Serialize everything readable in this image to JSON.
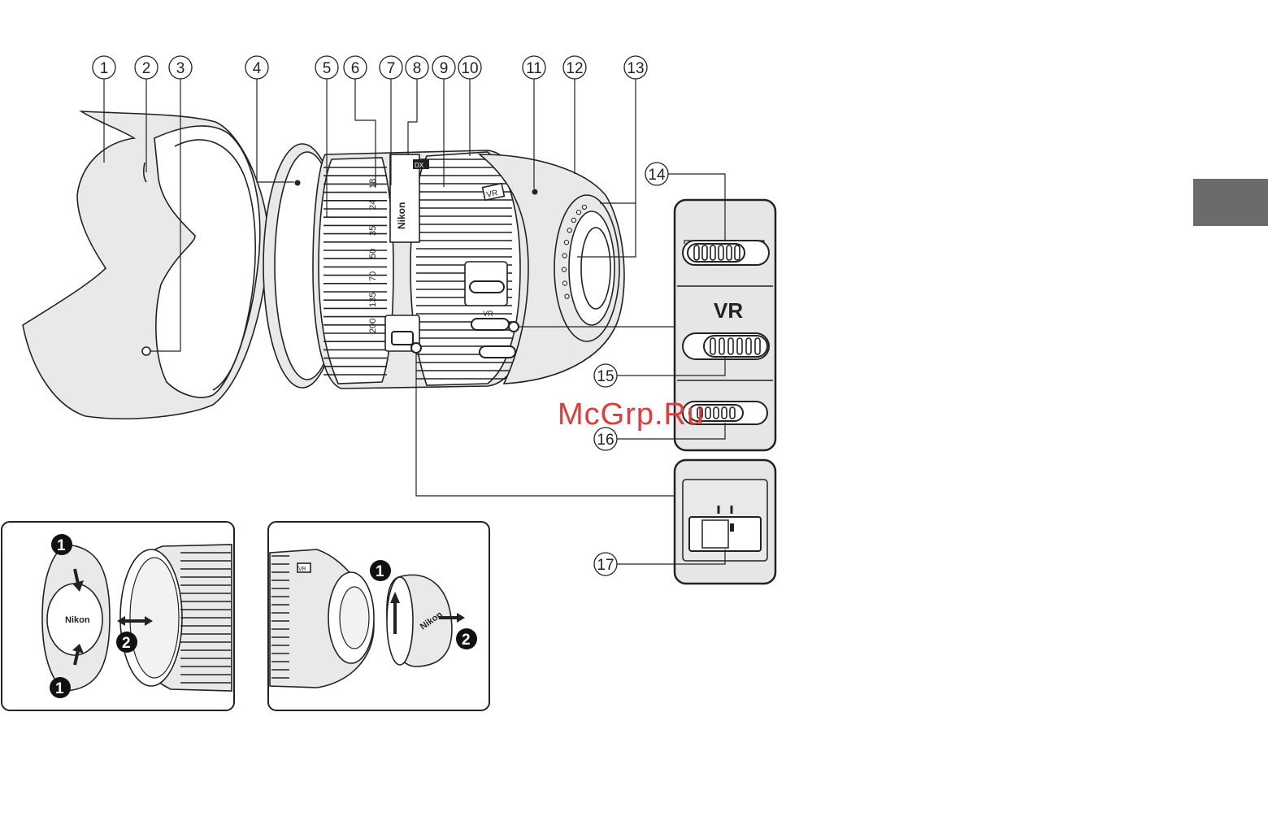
{
  "callouts": [
    {
      "label": "1"
    },
    {
      "label": "2"
    },
    {
      "label": "3"
    },
    {
      "label": "4"
    },
    {
      "label": "5"
    },
    {
      "label": "6"
    },
    {
      "label": "7"
    },
    {
      "label": "8"
    },
    {
      "label": "9"
    },
    {
      "label": "10"
    },
    {
      "label": "11"
    },
    {
      "label": "12"
    },
    {
      "label": "13"
    },
    {
      "label": "14"
    },
    {
      "label": "15"
    },
    {
      "label": "16"
    },
    {
      "label": "17"
    }
  ],
  "focal_scale": [
    "18",
    "24",
    "35",
    "50",
    "70",
    "135",
    "200"
  ],
  "lens_marks": {
    "brand": "Nikon",
    "vr_badge": "VR",
    "dx_badge": "DX"
  },
  "switch_panel": {
    "vr_label": "VR"
  },
  "steps": {
    "one": "1",
    "two": "2"
  },
  "watermark": "McGrp.Ru",
  "colors": {
    "panel_gray": "#e6e6e6",
    "side_tab": "#6b6b6b",
    "watermark": "#e23b3b",
    "ink": "#222222"
  }
}
